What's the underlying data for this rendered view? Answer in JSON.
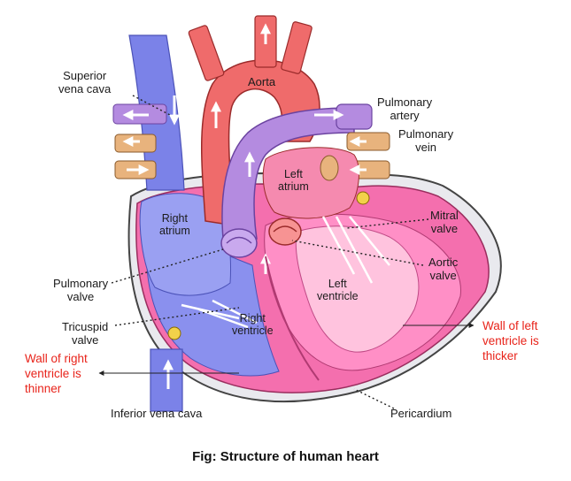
{
  "labels": {
    "superior_vena_cava": "Superior\nvena cava",
    "aorta": "Aorta",
    "pulmonary_artery": "Pulmonary\nartery",
    "pulmonary_vein": "Pulmonary\nvein",
    "left_atrium": "Left\natrium",
    "right_atrium": "Right\natrium",
    "mitral_valve": "Mitral\nvalve",
    "aortic_valve": "Aortic\nvalve",
    "pulmonary_valve": "Pulmonary\nvalve",
    "left_ventricle": "Left\nventricle",
    "right_ventricle": "Right\nventricle",
    "tricuspid_valve": "Tricuspid\nvalve",
    "inferior_vena_cava": "Inferior vena cava",
    "pericardium": "Pericardium",
    "wall_right": "Wall of right\nventricle is\nthinner",
    "wall_left": "Wall of left\nventricle is\nthicker"
  },
  "caption": "Fig: Structure of human heart",
  "colors": {
    "deoxygenated_blue": "#7b82e8",
    "oxygenated_red": "#ef6b6b",
    "pulmonary_purple": "#b48be0",
    "pulmonary_vein_tan": "#e8b37d",
    "heart_wall_pink": "#f46fae",
    "annotation_red": "#e8231a"
  }
}
